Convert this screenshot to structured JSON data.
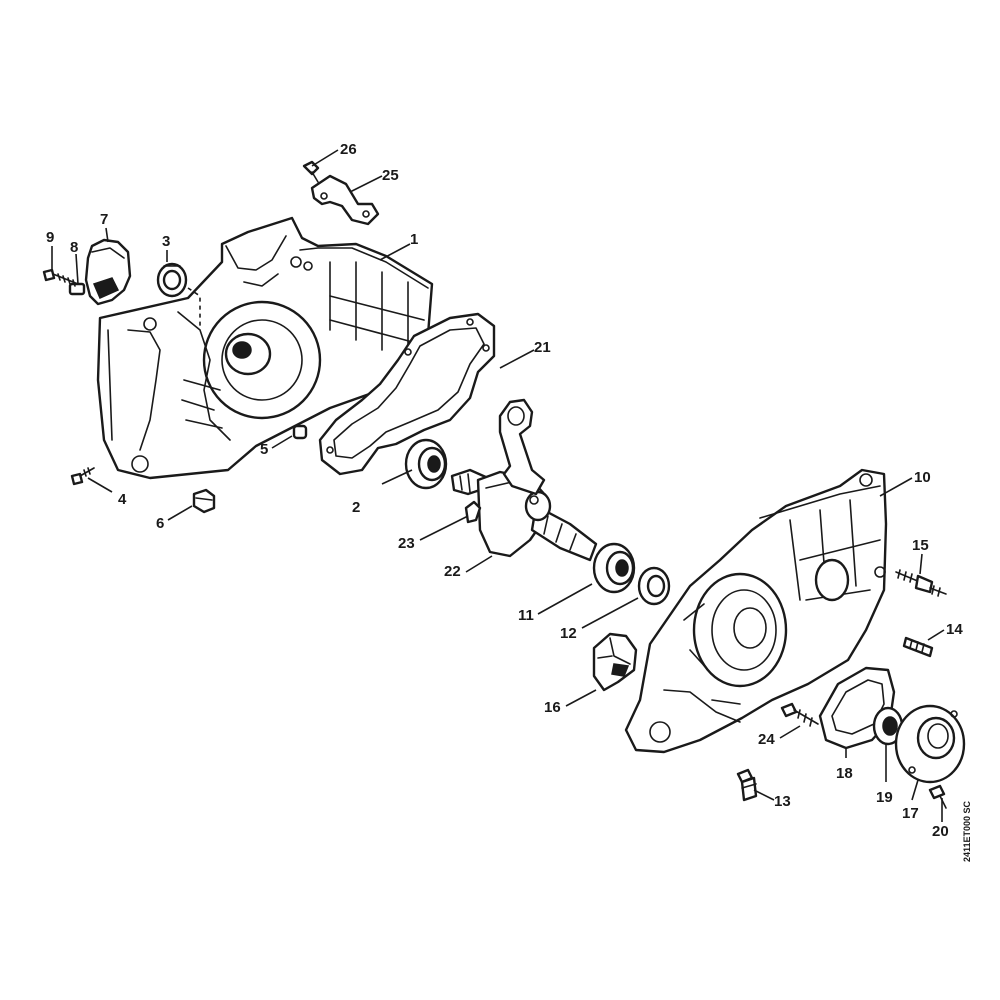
{
  "callouts": [
    {
      "id": "1",
      "label": "1"
    },
    {
      "id": "2",
      "label": "2"
    },
    {
      "id": "3",
      "label": "3"
    },
    {
      "id": "4",
      "label": "4"
    },
    {
      "id": "5",
      "label": "5"
    },
    {
      "id": "6",
      "label": "6"
    },
    {
      "id": "7",
      "label": "7"
    },
    {
      "id": "8",
      "label": "8"
    },
    {
      "id": "9",
      "label": "9"
    },
    {
      "id": "10",
      "label": "10"
    },
    {
      "id": "11",
      "label": "11"
    },
    {
      "id": "12",
      "label": "12"
    },
    {
      "id": "13",
      "label": "13"
    },
    {
      "id": "14",
      "label": "14"
    },
    {
      "id": "15",
      "label": "15"
    },
    {
      "id": "16",
      "label": "16"
    },
    {
      "id": "17",
      "label": "17"
    },
    {
      "id": "18",
      "label": "18"
    },
    {
      "id": "19",
      "label": "19"
    },
    {
      "id": "20",
      "label": "20"
    },
    {
      "id": "21",
      "label": "21"
    },
    {
      "id": "22",
      "label": "22"
    },
    {
      "id": "23",
      "label": "23"
    },
    {
      "id": "24",
      "label": "24"
    },
    {
      "id": "25",
      "label": "25"
    },
    {
      "id": "26",
      "label": "26"
    }
  ],
  "drawing_code": "2411ET000 SC"
}
